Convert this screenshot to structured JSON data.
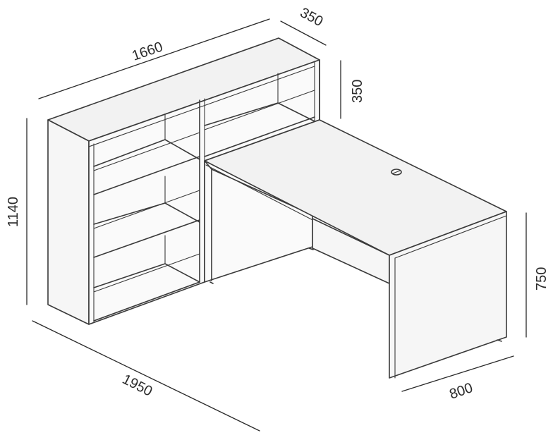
{
  "dimensions": {
    "shelf_width": "1660",
    "shelf_depth": "350",
    "shelf_top_height": "350",
    "total_height": "1140",
    "total_length": "1950",
    "desk_depth": "800",
    "desk_height": "750"
  },
  "colors": {
    "line": "#3a3a3a",
    "face": "#f2f2f2",
    "background": "#ffffff"
  }
}
